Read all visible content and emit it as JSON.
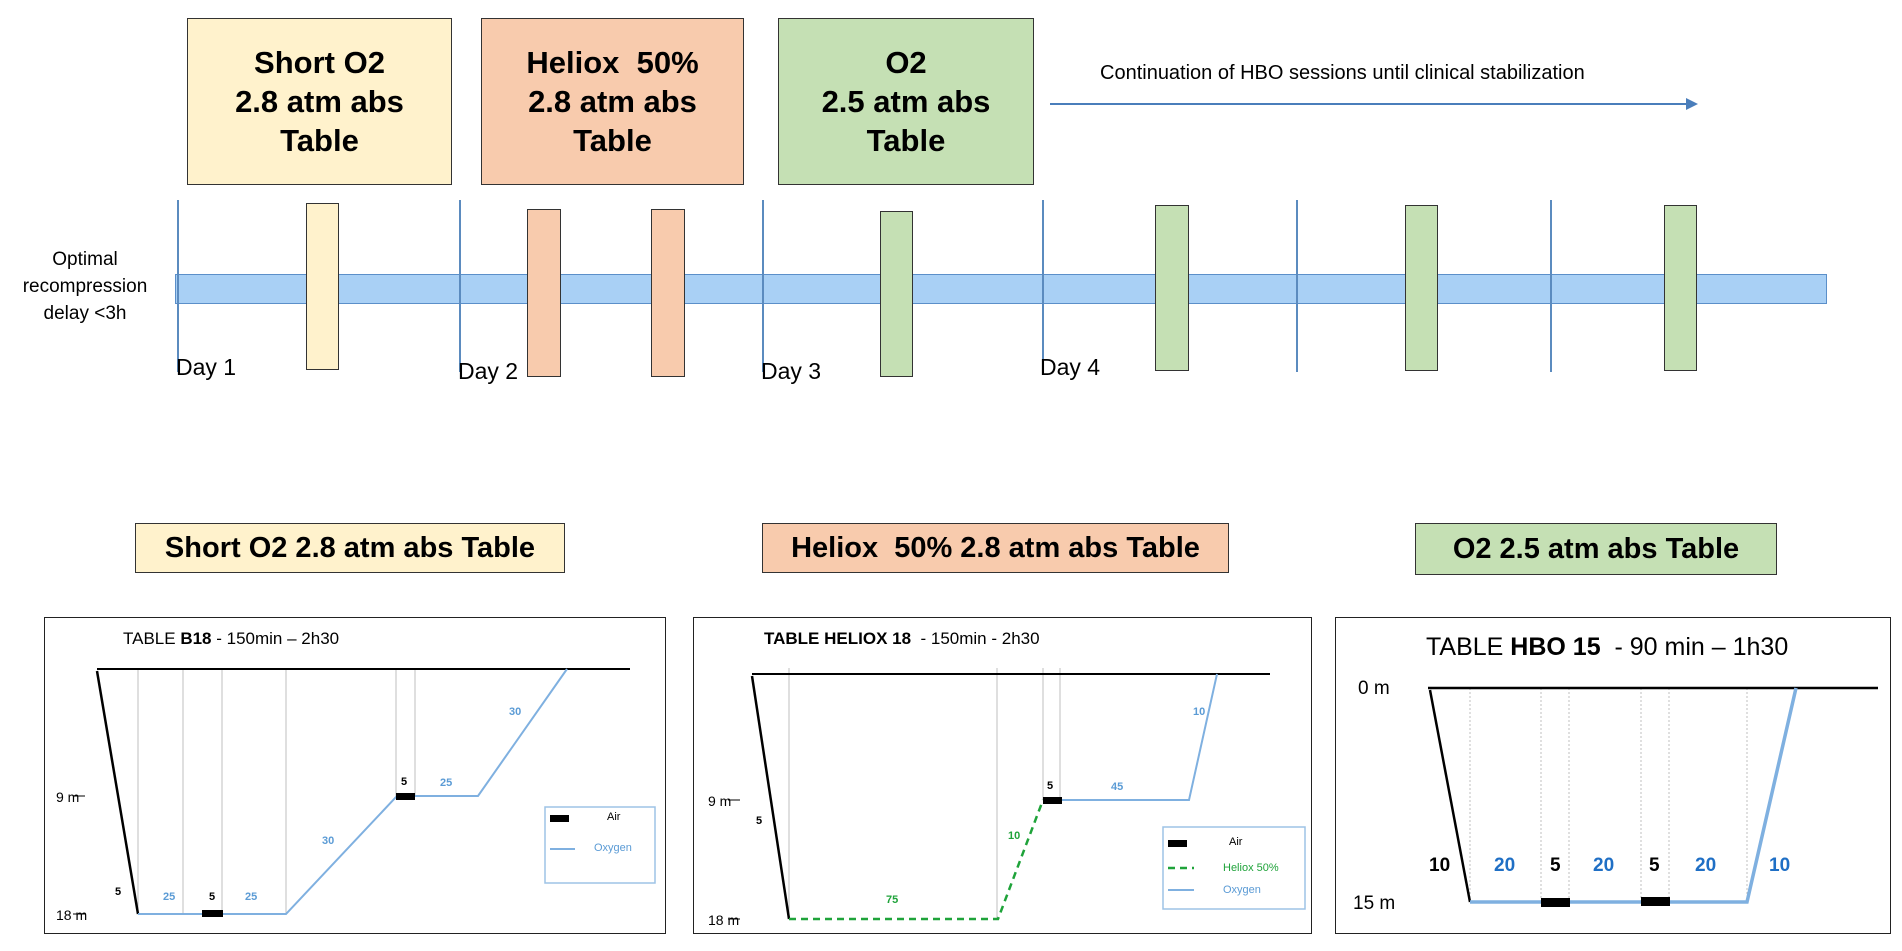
{
  "header": {
    "boxes": [
      {
        "line1": "Short O2",
        "line2": "2.8 atm abs",
        "line3": "Table",
        "color": "#fff2cc"
      },
      {
        "line1": "Heliox  50%",
        "line2": "2.8 atm abs",
        "line3": "Table",
        "color": "#f8cbad"
      },
      {
        "line1": "O2",
        "line2": "2.5 atm abs",
        "line3": "Table",
        "color": "#c5e0b4"
      }
    ],
    "continuation_text": "Continuation of HBO sessions until clinical stabilization"
  },
  "timeline": {
    "delay_label": "Optimal recompression delay <3h",
    "days": [
      "Day 1",
      "Day 2",
      "Day 3",
      "Day 4"
    ],
    "bar_color": "#a9d0f5",
    "session_colors": {
      "short_o2": "#fff2cc",
      "heliox": "#f8cbad",
      "o2": "#c5e0b4"
    }
  },
  "tables": [
    {
      "title": "Short O2 2.8 atm abs Table",
      "color": "#fff2cc",
      "chart_title_prefix": "TABLE ",
      "chart_title_bold": "B18",
      "chart_title_suffix": " - 150min – 2h30",
      "depth_labels": [
        "9 m",
        "18 m"
      ],
      "segment_labels": [
        "5",
        "25",
        "5",
        "25",
        "30",
        "5",
        "25",
        "30"
      ],
      "legend": [
        "Air",
        "Oxygen"
      ]
    },
    {
      "title": "Heliox  50% 2.8 atm abs Table",
      "color": "#f8cbad",
      "chart_title_prefix": "",
      "chart_title_bold": "TABLE HELIOX 18",
      "chart_title_suffix": "  - 150min - 2h30",
      "depth_labels": [
        "9 m",
        "18 m"
      ],
      "segment_labels": [
        "5",
        "75",
        "10",
        "5",
        "45",
        "10"
      ],
      "legend": [
        "Air",
        "Heliox 50%",
        "Oxygen"
      ]
    },
    {
      "title": "O2 2.5 atm abs Table",
      "color": "#c5e0b4",
      "chart_title_prefix": "TABLE ",
      "chart_title_bold": "HBO 15",
      "chart_title_suffix": "  - 90 min – 1h30",
      "depth_labels": [
        "0 m",
        "15 m"
      ],
      "segment_labels": [
        "10",
        "20",
        "5",
        "20",
        "5",
        "20",
        "10"
      ]
    }
  ],
  "colors": {
    "oxygen": "#5b9bd5",
    "heliox": "#1fa33a",
    "air": "#000000",
    "grid": "#bfbfbf"
  }
}
